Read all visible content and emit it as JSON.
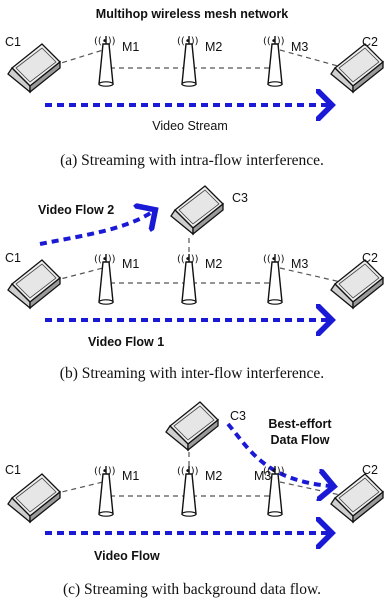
{
  "panel_a": {
    "title": "Multihop wireless mesh network",
    "c1": "C1",
    "c2": "C2",
    "m1": "M1",
    "m2": "M2",
    "m3": "M3",
    "flow": "Video Stream",
    "caption": "(a) Streaming with intra-flow interference."
  },
  "panel_b": {
    "c1": "C1",
    "c2": "C2",
    "c3": "C3",
    "m1": "M1",
    "m2": "M2",
    "m3": "M3",
    "flow2": "Video Flow 2",
    "flow1": "Video Flow 1",
    "caption": "(b) Streaming with inter-flow interference."
  },
  "panel_c": {
    "c1": "C1",
    "c2": "C2",
    "c3": "C3",
    "m1": "M1",
    "m2": "M2",
    "m3": "M3",
    "be_line1": "Best-effort",
    "be_line2": "Data Flow",
    "flow": "Video Flow",
    "caption": "(c) Streaming with background data flow."
  },
  "colors": {
    "flow_arrow": "#1a1ad6",
    "link": "#555555"
  },
  "icons": [
    "laptop-icon",
    "antenna-icon",
    "radio-waves-icon"
  ]
}
